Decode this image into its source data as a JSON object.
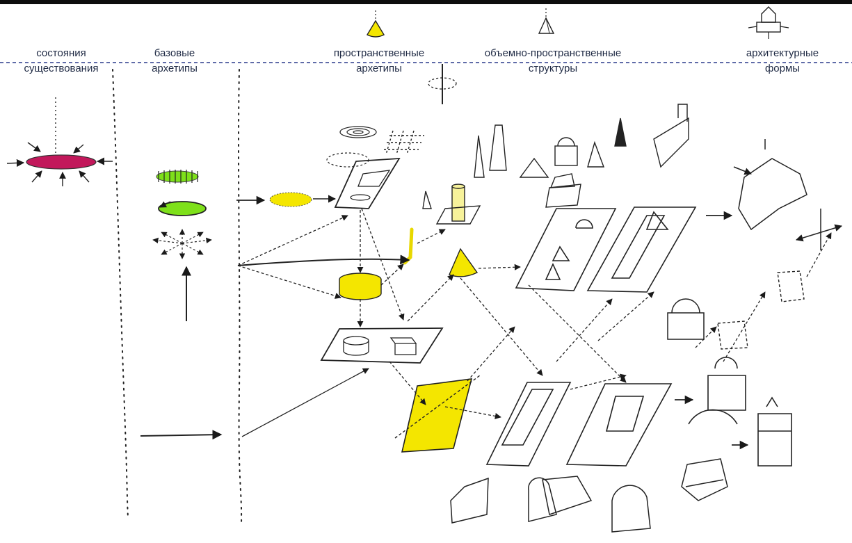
{
  "columns": [
    {
      "line1": "состояния",
      "line2": "существования"
    },
    {
      "line1": "базовые",
      "line2": "архетипы"
    },
    {
      "line1": "пространственные",
      "line2": "архетипы"
    },
    {
      "line1": "объемно-пространственные",
      "line2": "структуры"
    },
    {
      "line1": "архитектурные",
      "line2": "формы"
    }
  ],
  "colors": {
    "ink": "#1a1a1a",
    "header_text": "#1f2a44",
    "divider": "#2a3a8c",
    "magenta": "#c2185b",
    "green": "#7ee01a",
    "yellow": "#f4e600",
    "pale_yellow": "#f7f29a"
  }
}
